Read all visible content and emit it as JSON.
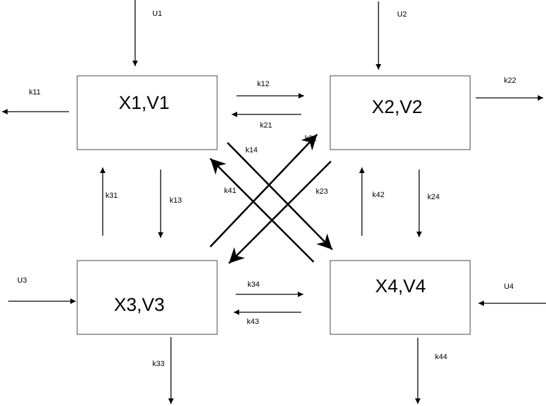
{
  "nodes": {
    "x1": {
      "label": "X1,V1"
    },
    "x2": {
      "label": "X2,V2"
    },
    "x3": {
      "label": "X3,V3"
    },
    "x4": {
      "label": "X4,V4"
    }
  },
  "inputs": {
    "u1": "U1",
    "u2": "U2",
    "u3": "U3",
    "u4": "U4"
  },
  "edges": {
    "k11": "k11",
    "k12": "k12",
    "k13": "k13",
    "k14": "k14",
    "k21": "k21",
    "k22": "k22",
    "k23": "k23",
    "k24": "k24",
    "k31": "k31",
    "k32": "k32",
    "k33": "k33",
    "k34": "k34",
    "k41": "k41",
    "k42": "k42",
    "k43": "k43",
    "k44": "k44"
  },
  "colors": {
    "stroke": "#000000",
    "box_border": "#444444",
    "background": "#ffffff"
  }
}
